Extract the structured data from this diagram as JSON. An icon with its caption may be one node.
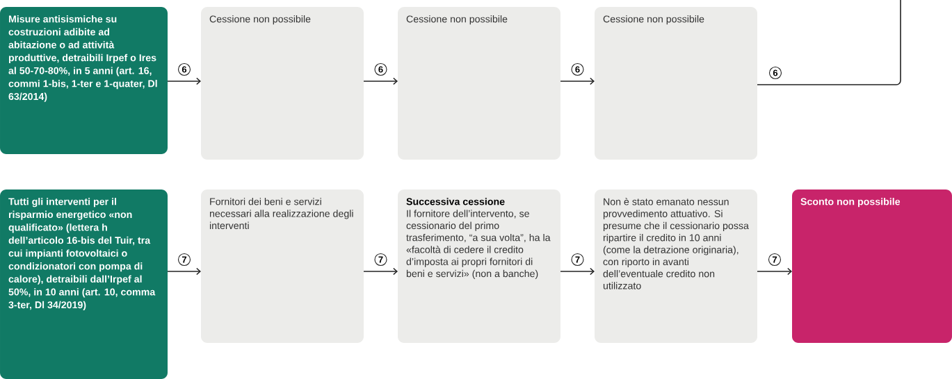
{
  "diagram": {
    "nodes": [
      {
        "text": [
          "Misure antisismiche su costruzioni adibite ad abitazione o ad attività produttive, detraibili Irpef o Ires al 50-70-80%, in 5 anni (art. 16, commi 1-bis, 1-ter e 1-quater, Dl 63/2014)"
        ]
      },
      {
        "text": [
          "Cessione non possibile"
        ]
      },
      {
        "text": [
          "Cessione non possibile"
        ]
      },
      {
        "text": [
          "Cessione non possibile"
        ]
      },
      {
        "text": [
          "Tutti gli interventi per il risparmio energetico «non qualificato» (lettera h dell’articolo 16-bis del Tuir, tra cui impianti fotovoltaici o condizionatori con pompa di calore), detraibili dall’Irpef al 50%, in 10 anni (art. 10, comma 3-ter, Dl 34/2019)"
        ]
      },
      {
        "text": [
          "Fornitori dei beni e servizi necessari alla realizzazione degli interventi"
        ]
      },
      {
        "text": [
          "Successiva cessione",
          "Il fornitore dell’intervento, se cessionario del primo trasferimento, “a sua volta”, ha la «facoltà di cedere il credito d’imposta ai propri fornitori di beni e servizi» (non a banche)"
        ]
      },
      {
        "text": [
          "Non è stato emanato nessun provvedimento attuativo. Si presume che il cessionario possa ripartire il credito in 10 anni (come la detrazione originaria), con riporto in avanti dell’eventuale credito non utilizzato"
        ]
      },
      {
        "text": [
          "Sconto non possibile"
        ]
      }
    ],
    "edges": [
      {
        "from": 0,
        "to": 1,
        "arrow": "to",
        "label": "6"
      },
      {
        "from": 1,
        "to": 2,
        "arrow": "to",
        "label": "6"
      },
      {
        "from": 2,
        "to": 3,
        "arrow": "to",
        "label": "6"
      },
      {
        "from": 3,
        "to": null,
        "arrow": "none",
        "label": "6"
      },
      {
        "from": 4,
        "to": 5,
        "arrow": "to",
        "label": "7"
      },
      {
        "from": 5,
        "to": 6,
        "arrow": "to",
        "label": "7"
      },
      {
        "from": 6,
        "to": 7,
        "arrow": "to",
        "label": "7"
      },
      {
        "from": 7,
        "to": 8,
        "arrow": "to",
        "label": "7"
      }
    ]
  }
}
